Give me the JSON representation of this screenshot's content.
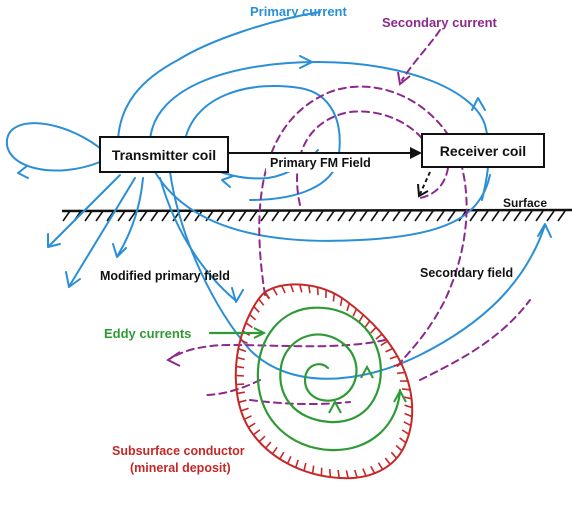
{
  "labels": {
    "primary_current": "Primary current",
    "secondary_current": "Secondary current",
    "transmitter_coil": "Transmitter coil",
    "primary_fm_field": "Primary FM Field",
    "receiver_coil": "Receiver coil",
    "surface": "Surface",
    "modified_primary_field": "Modified primary field",
    "secondary_field": "Secondary field",
    "eddy_currents": "Eddy currents",
    "subsurface_conductor_line1": "Subsurface conductor",
    "subsurface_conductor_line2": "(mineral deposit)"
  },
  "colors": {
    "primary": "#2b8fd6",
    "secondary": "#8b2a8c",
    "eddy": "#2f9a35",
    "conductor": "#c62828",
    "ink": "#111111"
  }
}
